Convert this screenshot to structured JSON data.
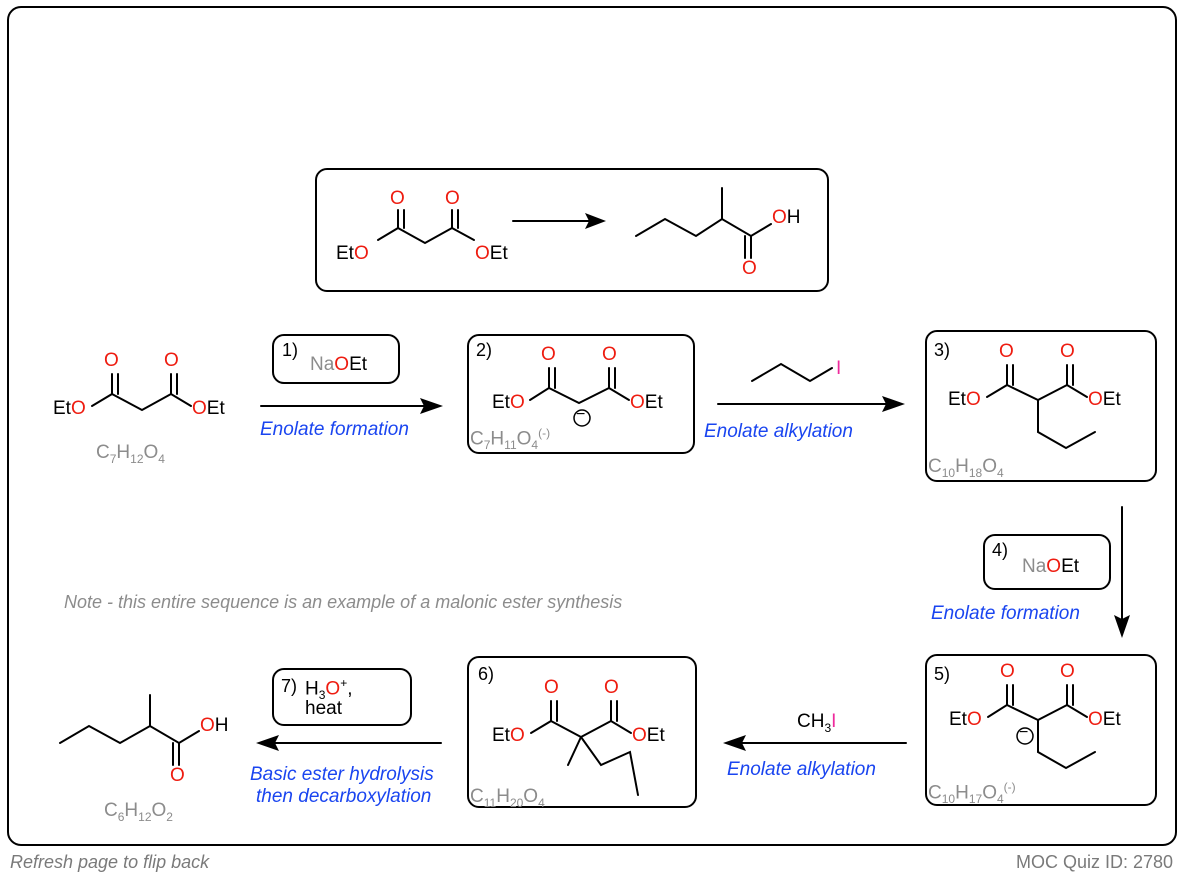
{
  "top_box": {
    "left_labels": {
      "o1": "O",
      "o2": "O",
      "eto": "Et",
      "eto_o": "O",
      "oet_o": "O",
      "oet": "Et"
    },
    "right_labels": {
      "oh_o": "O",
      "oh_h": "H",
      "o_bottom": "O"
    }
  },
  "steps": {
    "s1": {
      "num": "1)",
      "reagent_na": "Na",
      "reagent_o": "O",
      "reagent_et": "Et",
      "caption": "Enolate formation"
    },
    "s2": {
      "num": "2)",
      "formula_c": "C",
      "formula_c_sub": "7",
      "formula_h": "H",
      "formula_h_sub": "11",
      "formula_o": "O",
      "formula_o_sub": "4",
      "formula_charge": "(-)"
    },
    "s2_to_3": {
      "reagent_i": "I",
      "caption": "Enolate alkylation"
    },
    "s3": {
      "num": "3)",
      "formula_c": "C",
      "formula_c_sub": "10",
      "formula_h": "H",
      "formula_h_sub": "18",
      "formula_o": "O",
      "formula_o_sub": "4"
    },
    "s4": {
      "num": "4)",
      "reagent_na": "Na",
      "reagent_o": "O",
      "reagent_et": "Et",
      "caption": "Enolate formation"
    },
    "s5": {
      "num": "5)",
      "formula_c": "C",
      "formula_c_sub": "10",
      "formula_h": "H",
      "formula_h_sub": "17",
      "formula_o": "O",
      "formula_o_sub": "4",
      "formula_charge": "(-)"
    },
    "s5_to_6": {
      "reagent_ch": "CH",
      "reagent_sub": "3",
      "reagent_i": "I",
      "caption": "Enolate alkylation"
    },
    "s6": {
      "num": "6)",
      "formula_c": "C",
      "formula_c_sub": "11",
      "formula_h": "H",
      "formula_h_sub": "20",
      "formula_o": "O",
      "formula_o_sub": "4"
    },
    "s7": {
      "num": "7)",
      "reagent_h": "H",
      "reagent_h_sub": "3",
      "reagent_o": "O",
      "reagent_sup": "+",
      "reagent_comma": ",",
      "reagent_heat": "heat",
      "caption_line1": "Basic ester hydrolysis",
      "caption_line2": "then decarboxylation"
    }
  },
  "start": {
    "formula_c": "C",
    "formula_c_sub": "7",
    "formula_h": "H",
    "formula_h_sub": "12",
    "formula_o": "O",
    "formula_o_sub": "4"
  },
  "product": {
    "formula_c": "C",
    "formula_c_sub": "6",
    "formula_h": "H",
    "formula_h_sub": "12",
    "formula_o": "O",
    "formula_o_sub": "2"
  },
  "atoms": {
    "o": "O",
    "et": "Et",
    "h": "H",
    "minus": "−"
  },
  "note": "Note - this entire sequence is an example of a malonic ester synthesis",
  "footer": {
    "left": "Refresh page to flip back",
    "right": "MOC Quiz ID: 2780"
  },
  "colors": {
    "oxygen": "#ee1c10",
    "iodine": "#ee2a9c",
    "caption": "#1a45f0",
    "formula": "#8c8c8c"
  }
}
